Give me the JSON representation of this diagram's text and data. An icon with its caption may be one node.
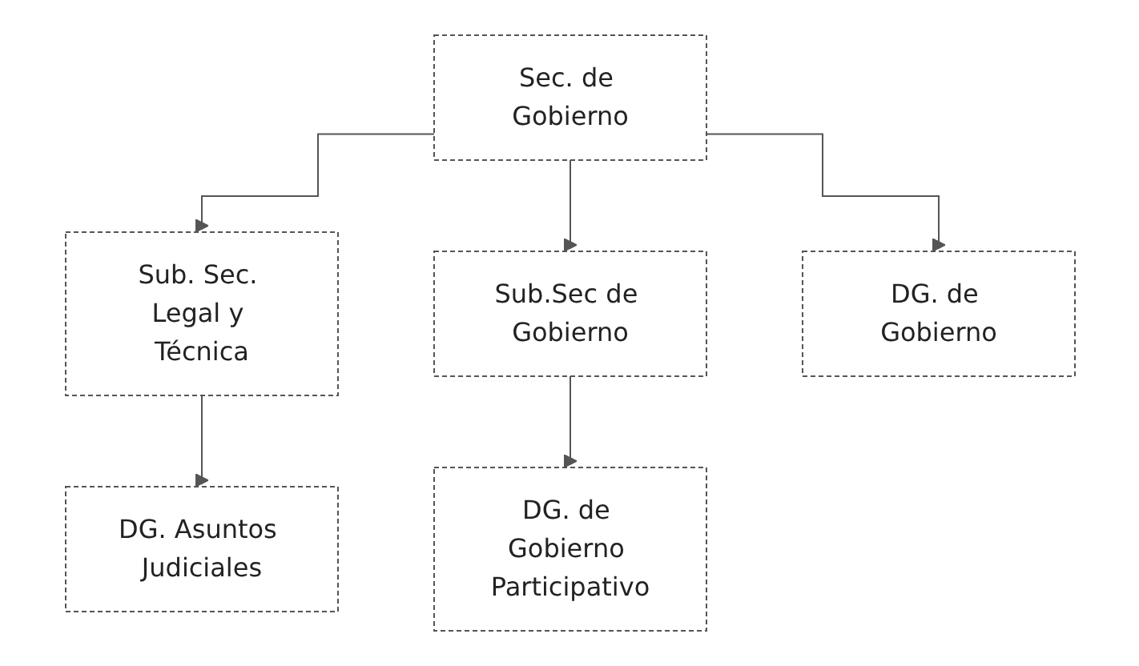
{
  "diagram": {
    "nodes": [
      {
        "text": [
          "Sec. de Gobierno"
        ]
      },
      {
        "text": [
          "Sub. Sec. Legal y Técnica"
        ]
      },
      {
        "text": [
          "Sub.Sec de Gobierno"
        ]
      },
      {
        "text": [
          "DG. Asuntos Judiciales"
        ]
      },
      {
        "text": [
          "DG. de Gobierno Participativo"
        ]
      },
      {
        "text": [
          "DG. de Gobierno"
        ]
      }
    ],
    "edges": [
      {
        "from": 0,
        "to": 1,
        "arrow": "to"
      },
      {
        "from": 0,
        "to": 2,
        "arrow": "to"
      },
      {
        "from": 0,
        "to": 5,
        "arrow": "to"
      },
      {
        "from": 1,
        "to": 3,
        "arrow": "to"
      },
      {
        "from": 2,
        "to": 4,
        "arrow": "to"
      }
    ]
  }
}
